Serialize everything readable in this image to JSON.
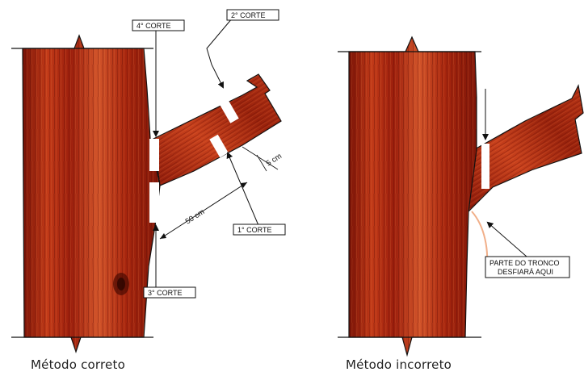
{
  "captions": {
    "left": "Método correto",
    "right": "Método incorreto"
  },
  "labels": {
    "cut1": "1° CORTE",
    "cut2": "2° CORTE",
    "cut3": "3° CORTE",
    "cut4": "4° CORTE",
    "dist50": "50 cm",
    "dist5": "5 cm",
    "tear_line1": "PARTE DO TRONCO",
    "tear_line2": "DESFIARÁ AQUI"
  },
  "colors": {
    "wood_dark": "#8a1408",
    "wood_mid": "#c8341a",
    "wood_light": "#e0602a",
    "outline": "#111111"
  }
}
